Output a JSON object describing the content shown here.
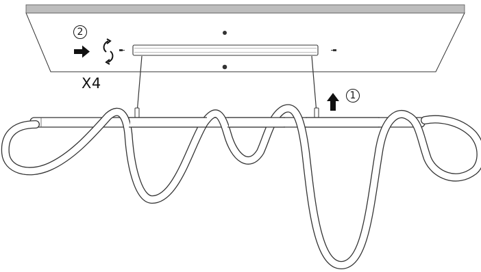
{
  "diagram": {
    "step_2_marker": "2",
    "step_1_marker": "1",
    "screw_quantity": "X4"
  },
  "icons": {
    "push_arrow": "arrow-right-icon",
    "rotate": "rotate-icon",
    "lift_arrow": "arrow-up-icon"
  },
  "colors": {
    "ceiling_edge": "#bdbdbd",
    "line": "#333333",
    "background": "#ffffff"
  }
}
